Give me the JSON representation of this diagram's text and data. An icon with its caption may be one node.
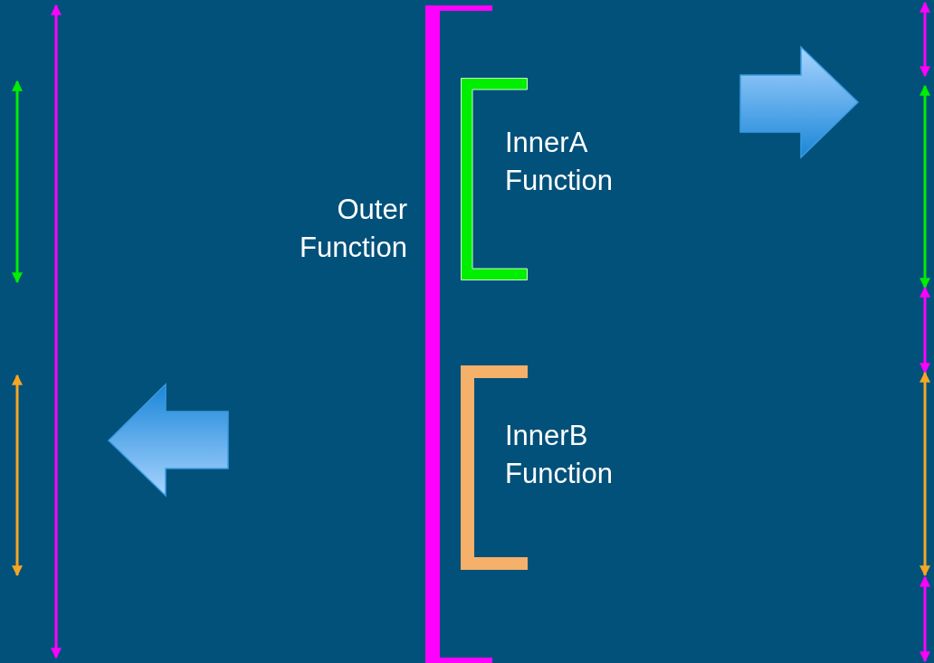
{
  "diagram": {
    "nodes": [
      {
        "text": [
          "Outer Function"
        ]
      },
      {
        "text": [
          "InnerA Function"
        ]
      },
      {
        "text": [
          "InnerB Function"
        ]
      }
    ]
  }
}
